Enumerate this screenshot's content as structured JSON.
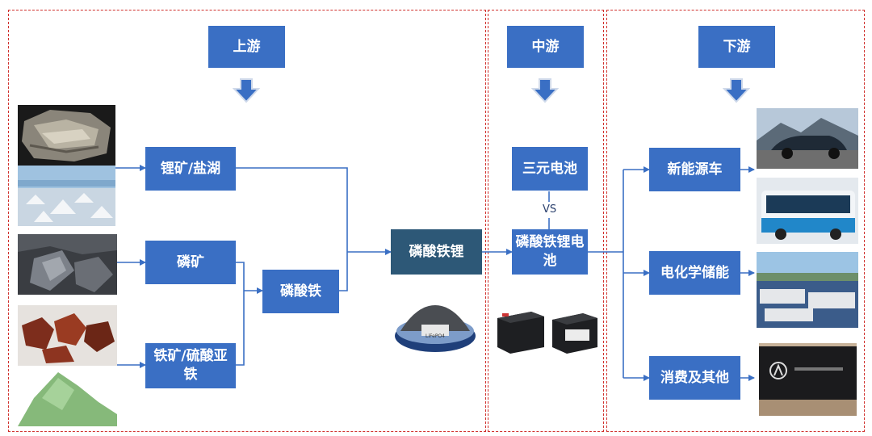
{
  "sections": {
    "upstream": "上游",
    "midstream": "中游",
    "downstream": "下游"
  },
  "upstream": {
    "lithium": "锂矿/盐湖",
    "phosphate": "磷矿",
    "iron": "铁矿/硫酸亚铁",
    "iron_phosphate": "磷酸铁"
  },
  "product": "磷酸铁锂",
  "powder_label": "LiFePO4",
  "midstream": {
    "ternary": "三元电池",
    "vs": "VS",
    "lfp_battery": "磷酸铁锂电池"
  },
  "downstream": {
    "nev": "新能源车",
    "storage": "电化学储能",
    "consumer": "消费及其他"
  },
  "colors": {
    "box": "#3a6fc4",
    "product_box": "#2d5877",
    "border": "#d0312d",
    "line": "#3a6fc4"
  }
}
